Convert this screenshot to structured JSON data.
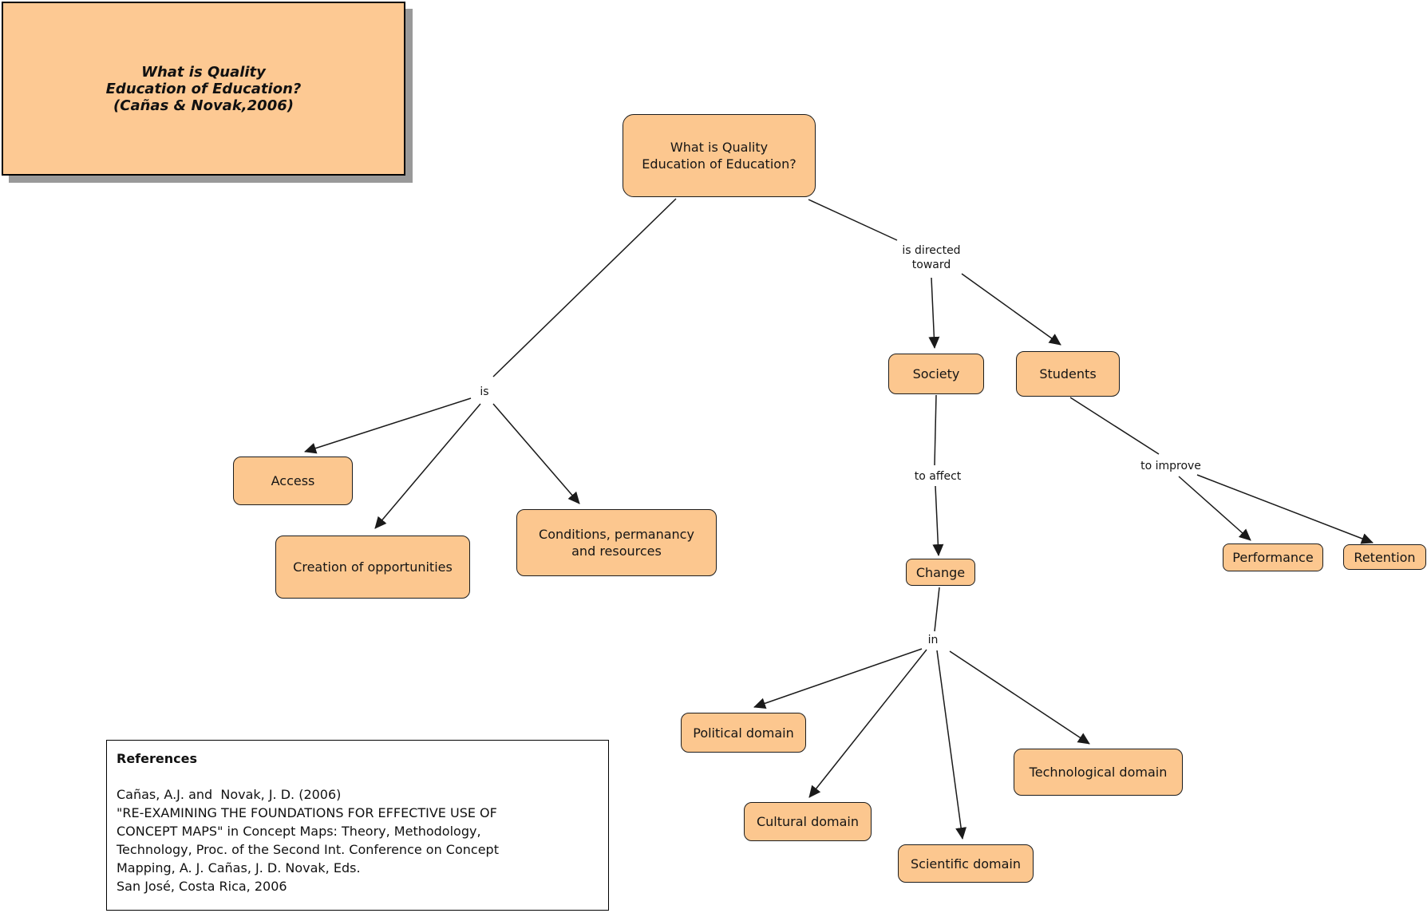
{
  "diagram_title_box": {
    "line1": "What is Quality",
    "line2": "Education of Education?",
    "line3": "(Cañas & Novak,2006)"
  },
  "concepts": {
    "root": "What is Quality\nEducation of Education?",
    "access": "Access",
    "creation": "Creation of opportunities",
    "conditions": "Conditions, permanancy\nand resources",
    "society": "Society",
    "students": "Students",
    "change": "Change",
    "political": "Political domain",
    "cultural": "Cultural domain",
    "scientific": "Scientific domain",
    "technological": "Technological domain",
    "performance": "Performance",
    "retention": "Retention"
  },
  "linking_phrases": {
    "is": "is",
    "is_directed_toward": "is directed\ntoward",
    "to_affect": "to affect",
    "in": "in",
    "to_improve": "to improve"
  },
  "relations": [
    {
      "from": "What is Quality Education of Education?",
      "phrase": "is",
      "to": [
        "Access",
        "Creation of opportunities",
        "Conditions, permanancy and resources"
      ]
    },
    {
      "from": "What is Quality Education of Education?",
      "phrase": "is directed toward",
      "to": [
        "Society",
        "Students"
      ]
    },
    {
      "from": "Society",
      "phrase": "to affect",
      "to": [
        "Change"
      ]
    },
    {
      "from": "Change",
      "phrase": "in",
      "to": [
        "Political domain",
        "Cultural domain",
        "Scientific domain",
        "Technological domain"
      ]
    },
    {
      "from": "Students",
      "phrase": "to improve",
      "to": [
        "Performance",
        "Retention"
      ]
    }
  ],
  "references_box": {
    "heading": "References",
    "lines": [
      "Cañas, A.J. and  Novak, J. D. (2006)",
      "\"RE-EXAMINING THE FOUNDATIONS FOR EFFECTIVE USE OF",
      "CONCEPT MAPS\" in Concept Maps: Theory, Methodology,",
      "Technology, Proc. of the Second Int. Conference on Concept",
      "Mapping, A. J. Cañas, J. D. Novak, Eds.",
      "San José, Costa Rica, 2006"
    ]
  },
  "colors": {
    "concept_fill": "#FCC78F",
    "concept_border": "#1c1c1c",
    "title_shadow": "#999999",
    "line": "#1a1a1a",
    "background": "#ffffff"
  }
}
